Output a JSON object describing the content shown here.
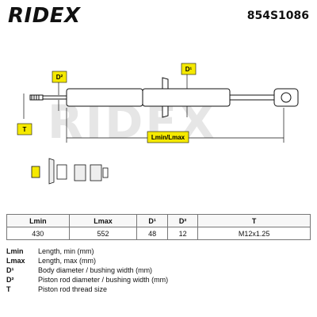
{
  "brand": {
    "logo": "RIDEX",
    "part_number": "854S1086"
  },
  "drawing_labels": {
    "d1": "D¹",
    "d2": "D²",
    "t": "T",
    "length": "Lmin/Lmax"
  },
  "spec_table": {
    "headers": [
      "Lmin",
      "Lmax",
      "D¹",
      "D²",
      "T"
    ],
    "values": [
      "430",
      "552",
      "48",
      "12",
      "M12x1.25"
    ]
  },
  "legend": [
    {
      "key": "Lmin",
      "desc": "Length, min (mm)"
    },
    {
      "key": "Lmax",
      "desc": "Length, max (mm)"
    },
    {
      "key": "D¹",
      "desc": "Body diameter / bushing width (mm)"
    },
    {
      "key": "D²",
      "desc": "Piston rod diameter / bushing width (mm)"
    },
    {
      "key": "T",
      "desc": "Piston rod thread size"
    }
  ],
  "colors": {
    "accent_box": "#f5e900",
    "line": "#111111",
    "watermark": "#e6e6e6"
  }
}
